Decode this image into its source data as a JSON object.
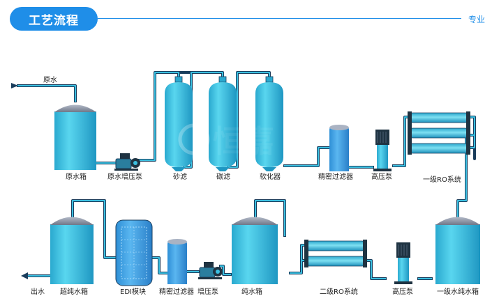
{
  "header": {
    "title": "工艺流程",
    "right_text": "专业"
  },
  "watermark": "恒嘉",
  "colors": {
    "accent": "#1f8ee8",
    "pipe_fill": "#3bbfe0",
    "pipe_stroke": "#1a3d5c",
    "tank_body": "#3cc3e3",
    "tank_dome": "#8e97a8"
  },
  "labels": {
    "raw_water": "原水",
    "raw_tank": "原水箱",
    "raw_booster_pump": "原水增压泵",
    "sand_filter": "砂滤",
    "carbon_filter": "碳滤",
    "softener": "软化器",
    "precision_filter_1": "精密过滤器",
    "hp_pump_1": "高压泵",
    "ro1_system": "一级RO系统",
    "outlet": "出水",
    "ultrapure_tank": "超纯水箱",
    "edi_module": "EDI模块",
    "precision_filter_2": "精密过滤器",
    "booster_pump": "增压泵",
    "pure_tank": "纯水箱",
    "ro2_system": "二级RO系统",
    "hp_pump_2": "高压泵",
    "ro1_pure_tank": "一级水纯水箱"
  }
}
